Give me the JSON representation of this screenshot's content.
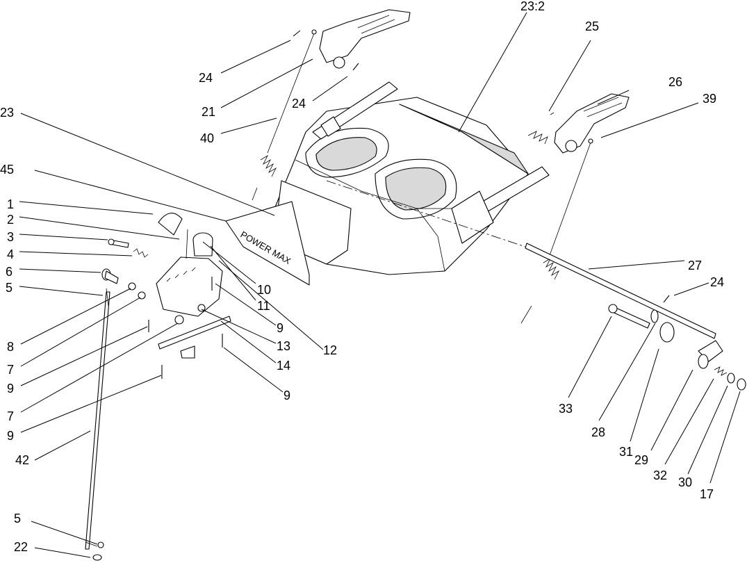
{
  "decal_text": "POWER MAX",
  "callouts": [
    {
      "id": "c-23-2",
      "text": "23:2"
    },
    {
      "id": "c-25",
      "text": "25"
    },
    {
      "id": "c-24-a",
      "text": "24"
    },
    {
      "id": "c-26",
      "text": "26"
    },
    {
      "id": "c-39",
      "text": "39"
    },
    {
      "id": "c-21",
      "text": "21"
    },
    {
      "id": "c-24-b",
      "text": "24"
    },
    {
      "id": "c-23",
      "text": "23"
    },
    {
      "id": "c-40",
      "text": "40"
    },
    {
      "id": "c-45",
      "text": "45"
    },
    {
      "id": "c-1",
      "text": "1"
    },
    {
      "id": "c-2",
      "text": "2"
    },
    {
      "id": "c-3",
      "text": "3"
    },
    {
      "id": "c-4",
      "text": "4"
    },
    {
      "id": "c-6",
      "text": "6"
    },
    {
      "id": "c-5-a",
      "text": "5"
    },
    {
      "id": "c-27",
      "text": "27"
    },
    {
      "id": "c-24-c",
      "text": "24"
    },
    {
      "id": "c-10",
      "text": "10"
    },
    {
      "id": "c-11",
      "text": "11"
    },
    {
      "id": "c-9-a",
      "text": "9"
    },
    {
      "id": "c-8",
      "text": "8"
    },
    {
      "id": "c-13",
      "text": "13"
    },
    {
      "id": "c-12",
      "text": "12"
    },
    {
      "id": "c-7-a",
      "text": "7"
    },
    {
      "id": "c-14",
      "text": "14"
    },
    {
      "id": "c-9-b",
      "text": "9"
    },
    {
      "id": "c-9-c",
      "text": "9"
    },
    {
      "id": "c-7-b",
      "text": "7"
    },
    {
      "id": "c-33",
      "text": "33"
    },
    {
      "id": "c-9-d",
      "text": "9"
    },
    {
      "id": "c-28",
      "text": "28"
    },
    {
      "id": "c-42",
      "text": "42"
    },
    {
      "id": "c-31",
      "text": "31"
    },
    {
      "id": "c-29",
      "text": "29"
    },
    {
      "id": "c-32",
      "text": "32"
    },
    {
      "id": "c-30",
      "text": "30"
    },
    {
      "id": "c-17",
      "text": "17"
    },
    {
      "id": "c-5-b",
      "text": "5"
    },
    {
      "id": "c-22",
      "text": "22"
    }
  ]
}
